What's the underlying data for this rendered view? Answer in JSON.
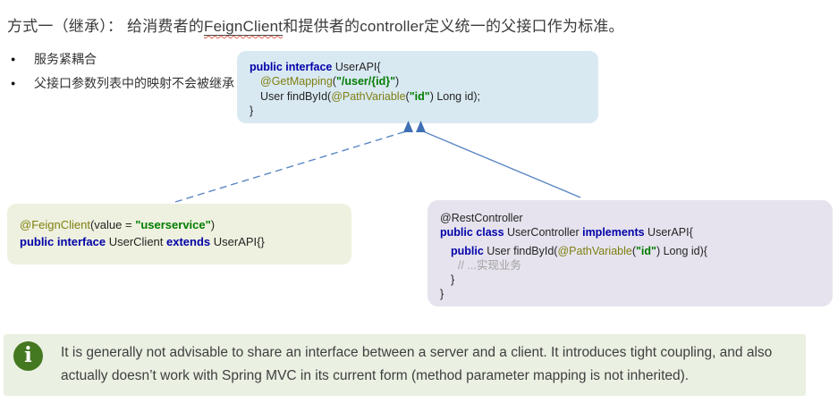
{
  "title": {
    "prefix": "方式一（继承）： 给消费者的",
    "underlined": "FeignClient",
    "suffix": "和提供者的controller定义统一的父接口作为标准。"
  },
  "bullets": [
    {
      "marker": "●",
      "text": "服务紧耦合"
    },
    {
      "marker": "●",
      "text": "父接口参数列表中的映射不会被继承"
    }
  ],
  "diagram": {
    "api_box": {
      "lines": [
        [
          {
            "t": "public interface ",
            "c": "kw"
          },
          {
            "t": "UserAPI{",
            "c": "pl"
          }
        ],
        [
          {
            "t": "@GetMapping",
            "c": "an"
          },
          {
            "t": "(",
            "c": "pl"
          },
          {
            "t": "\"/user/{id}\"",
            "c": "st"
          },
          {
            "t": ")",
            "c": "pl"
          }
        ],
        [
          {
            "t": "User findById(",
            "c": "pl"
          },
          {
            "t": "@PathVariable",
            "c": "an"
          },
          {
            "t": "(",
            "c": "pl"
          },
          {
            "t": "\"id\"",
            "c": "st"
          },
          {
            "t": ") Long id);",
            "c": "pl"
          }
        ],
        [
          {
            "t": "}",
            "c": "pl"
          }
        ]
      ]
    },
    "client_box": {
      "lines": [
        [
          {
            "t": "@FeignClient",
            "c": "an"
          },
          {
            "t": "(value = ",
            "c": "pl"
          },
          {
            "t": "\"userservice\"",
            "c": "st"
          },
          {
            "t": ")",
            "c": "pl"
          }
        ],
        [
          {
            "t": "public interface ",
            "c": "kw"
          },
          {
            "t": "UserClient ",
            "c": "pl"
          },
          {
            "t": "extends",
            "c": "kw"
          },
          {
            "t": " UserAPI{}",
            "c": "pl"
          }
        ]
      ]
    },
    "controller_box": {
      "lines": [
        [
          {
            "t": "@RestController",
            "c": "pl"
          }
        ],
        [
          {
            "t": "public class ",
            "c": "kw"
          },
          {
            "t": "UserController ",
            "c": "pl"
          },
          {
            "t": "implements",
            "c": "kw"
          },
          {
            "t": " UserAPI{",
            "c": "pl"
          }
        ],
        [
          {
            "t": "public ",
            "c": "kw"
          },
          {
            "t": "User findById(",
            "c": "pl"
          },
          {
            "t": "@PathVariable",
            "c": "an"
          },
          {
            "t": "(",
            "c": "pl"
          },
          {
            "t": "\"id\"",
            "c": "st"
          },
          {
            "t": ") Long id){",
            "c": "pl"
          }
        ],
        [
          {
            "t": "// ...实现业务",
            "c": "cm"
          }
        ],
        [
          {
            "t": "}",
            "c": "pl"
          }
        ],
        [
          {
            "t": "}",
            "c": "pl"
          }
        ]
      ]
    }
  },
  "note": {
    "icon": "info-circle-icon",
    "icon_glyph": "i",
    "text": "It is generally not advisable to share an interface between a server and a client. It introduces tight coupling, and also actually doesn’t work with Spring MVC in its current form (method parameter mapping is not inherited)."
  },
  "colors": {
    "api_box_bg": "#d9e9f2",
    "client_box_bg": "#eef1df",
    "controller_box_bg": "#e6e3ee",
    "note_bg": "#eaf0e2",
    "note_icon_green": "#447821",
    "keyword_blue": "#0101a8",
    "annotation_olive": "#7f7f10",
    "string_green": "#017d01",
    "comment_gray": "#a3a3a3",
    "arrow_blue": "#5b87c5",
    "spell_underline_red": "#e05d50"
  }
}
